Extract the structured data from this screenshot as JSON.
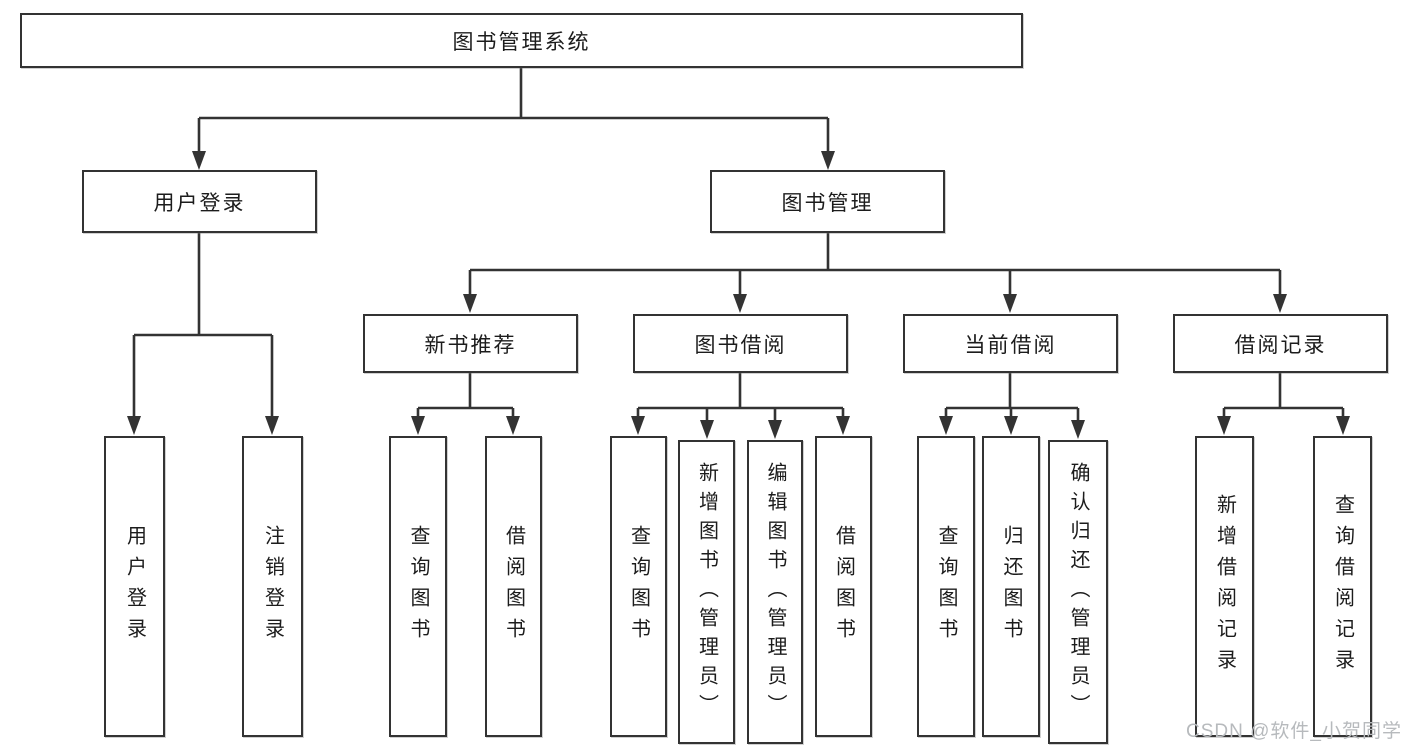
{
  "diagram": {
    "root": "图书管理系统",
    "branches": {
      "user_login": "用户登录",
      "book_mgmt": "图书管理"
    },
    "modules": {
      "new_book_rec": "新书推荐",
      "book_borrow": "图书借阅",
      "current_borrow": "当前借阅",
      "borrow_record": "借阅记录"
    },
    "leaves": {
      "user_login": "用户登录",
      "logout": "注销登录",
      "nbr_query_book": "查询图书",
      "nbr_borrow_book": "借阅图书",
      "bb_query_book": "查询图书",
      "bb_add_book": "新增图书（管理员）",
      "bb_edit_book": "编辑图书（管理员）",
      "bb_borrow_book": "借阅图书",
      "cb_query_book": "查询图书",
      "cb_return_book": "归还图书",
      "cb_confirm_return": "确认归还（管理员）",
      "br_add_record": "新增借阅记录",
      "br_query_record": "查询借阅记录"
    }
  },
  "watermark": "CSDN @软件_小贺同学",
  "colors": {
    "line": "#333333",
    "box_border": "#333333",
    "box_fill": "#ffffff",
    "text": "#1c1c1c",
    "watermark": "#b7babd"
  }
}
